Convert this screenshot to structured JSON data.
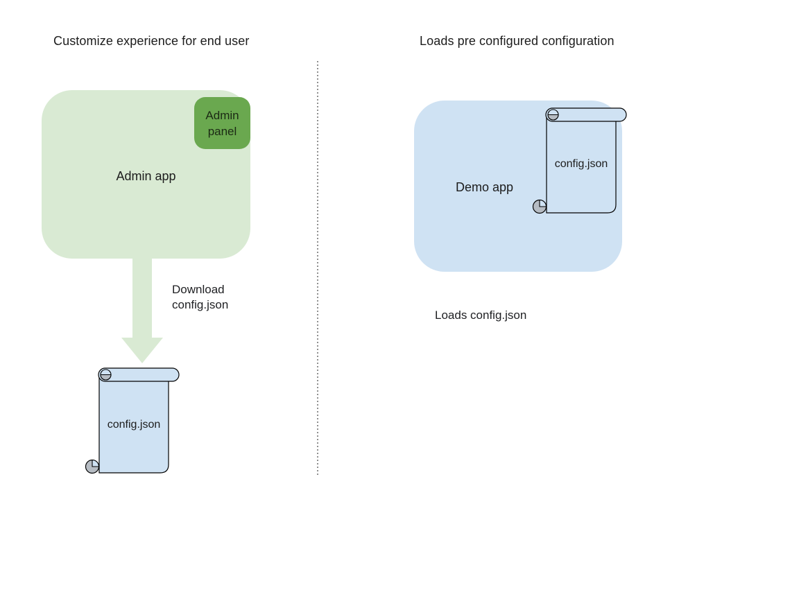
{
  "left": {
    "title": "Customize experience for end user",
    "admin_app_label": "Admin app",
    "admin_panel_label": "Admin panel",
    "arrow_label": "Download config.json",
    "config_file_label": "config.json"
  },
  "right": {
    "title": "Loads pre configured configuration",
    "demo_app_label": "Demo app",
    "config_file_label": "config.json",
    "caption": "Loads config.json"
  },
  "colors": {
    "background": "#ffffff",
    "admin_app_fill": "#d9ead3",
    "admin_panel_fill": "#6aa84f",
    "demo_app_fill": "#cfe2f3",
    "scroll_fill": "#cfe2f3",
    "arrow_fill": "#d9ead3",
    "scroll_curl_gray": "#b6bcc3",
    "outline": "#000000",
    "divider_gray": "#8f8f8f",
    "text": "#1c1c1c"
  }
}
